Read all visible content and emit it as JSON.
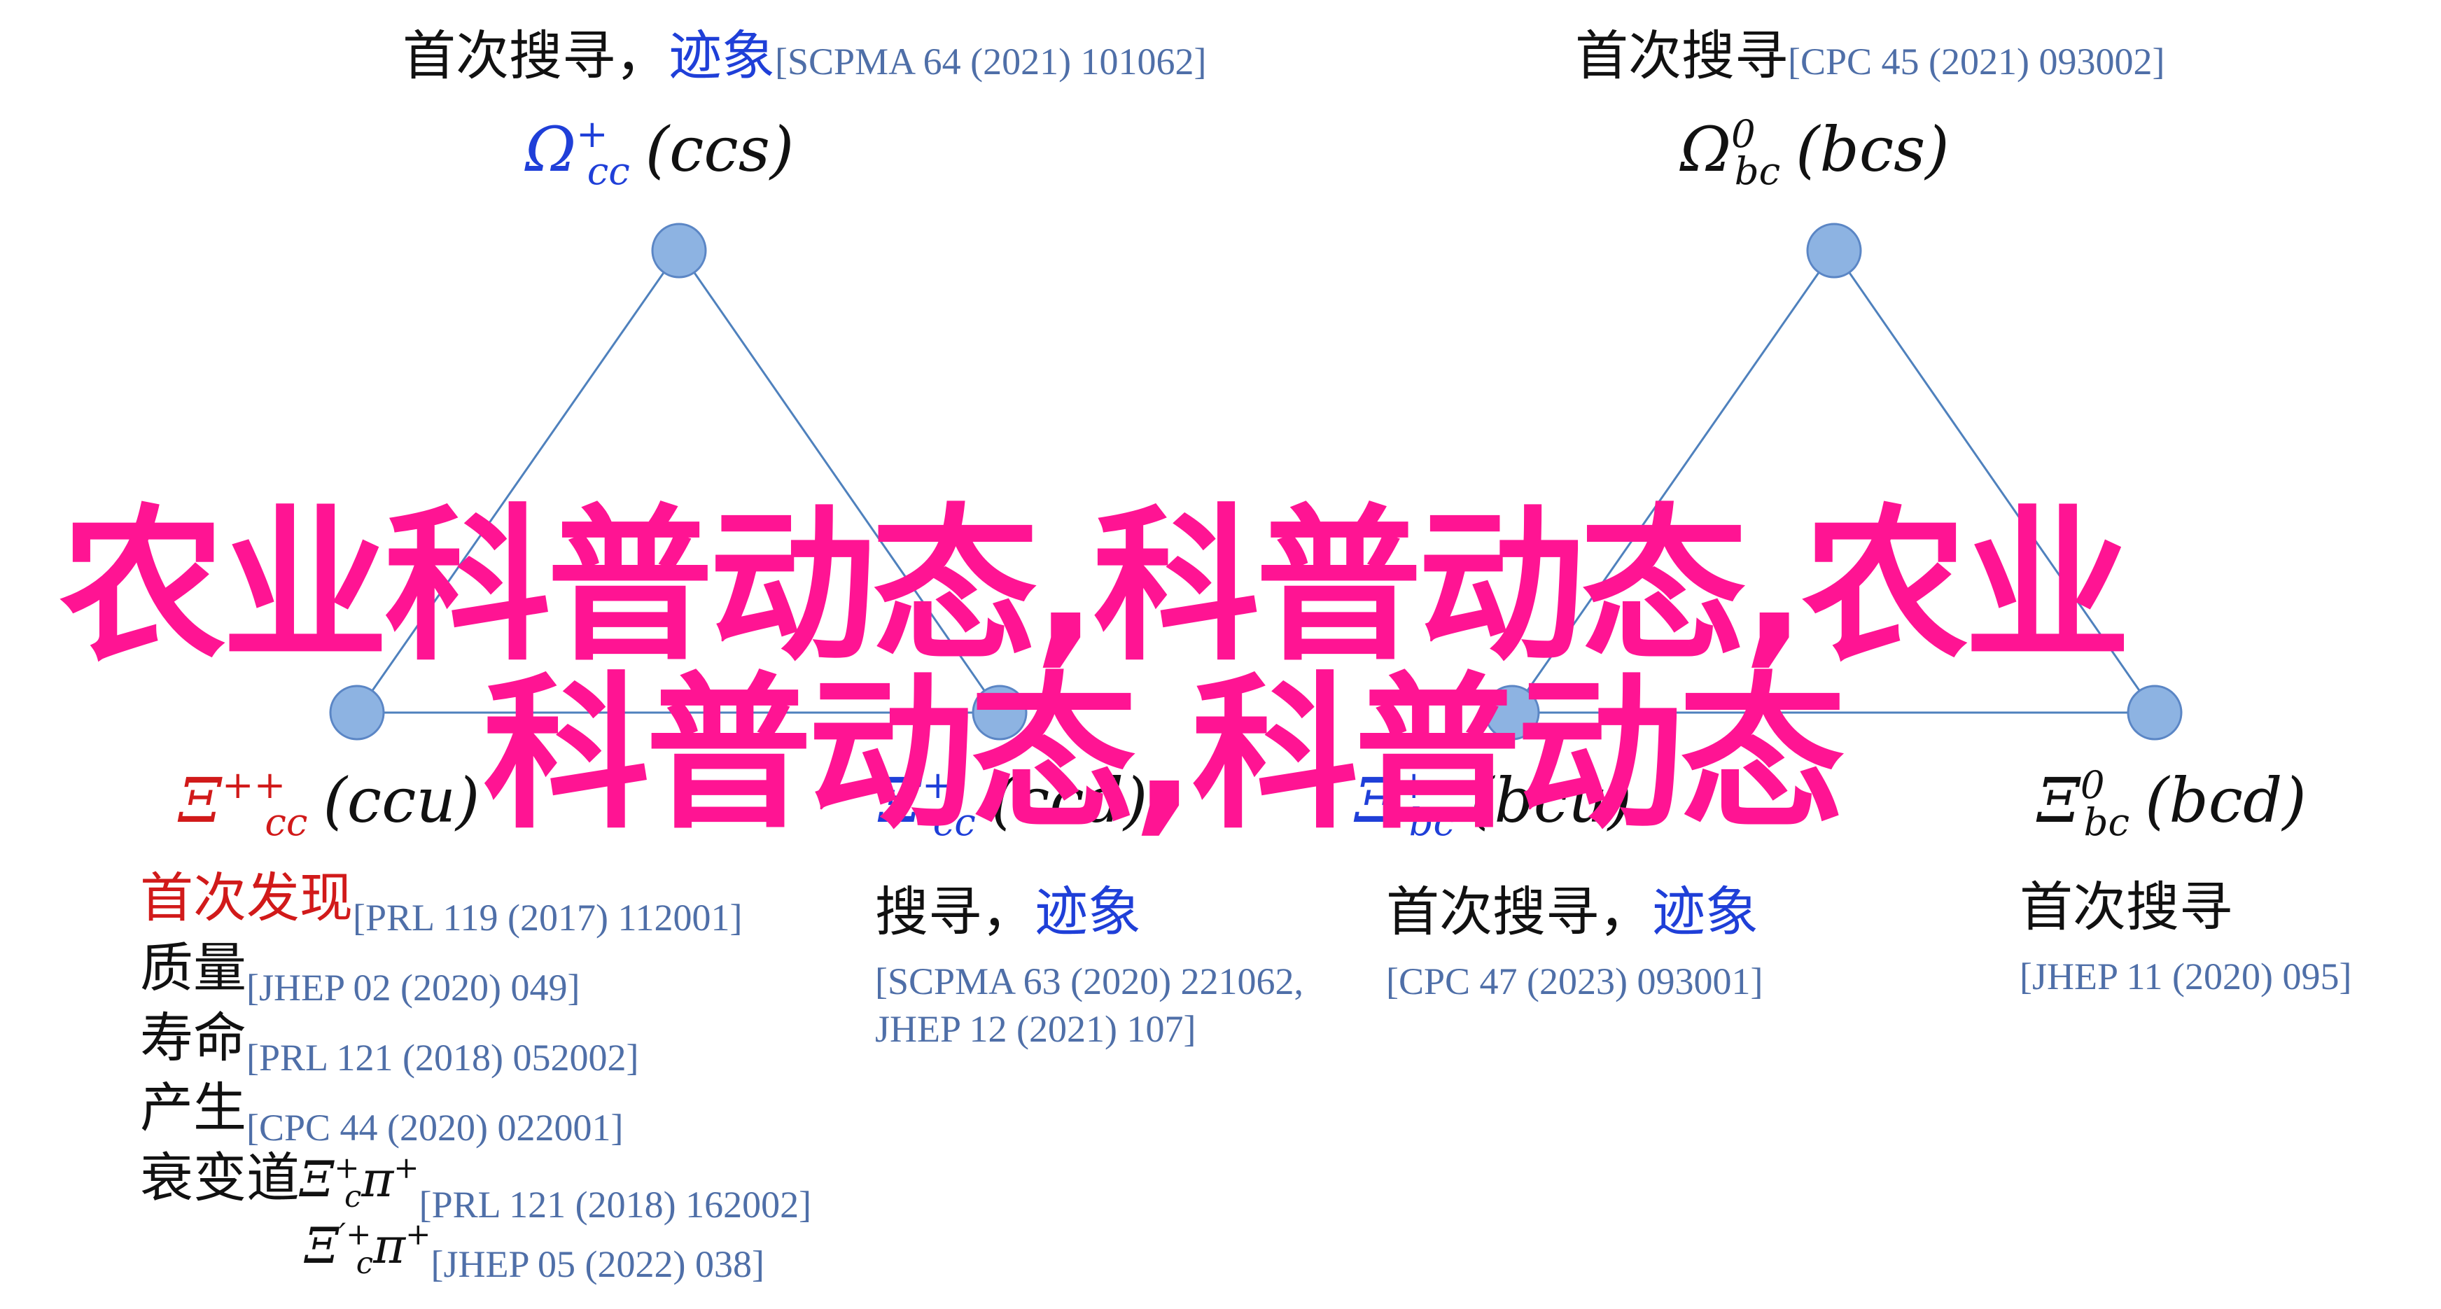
{
  "nodes": {
    "ccs": {
      "symbol": "Ω",
      "sup": "+",
      "sub": "cc",
      "quarks": "(ccs)",
      "label_prefix": "首次搜寻，",
      "label_highlight": "迹象",
      "ref": "[SCPMA 64 (2021) 101062]"
    },
    "bcs": {
      "symbol": "Ω",
      "sup": "0",
      "sub": "bc",
      "quarks": "(bcs)",
      "label_prefix": "首次搜寻",
      "ref": "[CPC 45 (2021) 093002]"
    },
    "ccu": {
      "symbol": "Ξ",
      "sup": "++",
      "sub": "cc",
      "quarks": "(ccu)",
      "lines": [
        {
          "label": "首次发现",
          "ref": "[PRL 119 (2017) 112001]"
        },
        {
          "label": "质量",
          "ref": "[JHEP 02 (2020) 049]"
        },
        {
          "label": "寿命",
          "ref": "[PRL 121 (2018) 052002]"
        },
        {
          "label": "产生",
          "ref": "[CPC 44 (2020) 022001]"
        },
        {
          "label": "衰变道",
          "ref": "[PRL 121 (2018) 162002]"
        }
      ],
      "decay1": {
        "symbol": "Ξ",
        "sup": "+",
        "sub": "c",
        "tail": "π",
        "tail_sup": "+"
      },
      "decay2": {
        "symbol": "Ξ",
        "sup": "′+",
        "sub": "c",
        "tail": "π",
        "tail_sup": "+",
        "ref": "[JHEP 05 (2022) 038]"
      }
    },
    "ccd": {
      "symbol": "Ξ",
      "sup": "+",
      "sub": "cc",
      "quarks": "(ccd)",
      "label_prefix": "搜寻，",
      "label_highlight": "迹象",
      "ref_line1": "[SCPMA 63 (2020) 221062,",
      "ref_line2": "JHEP 12 (2021) 107]"
    },
    "bcu": {
      "symbol": "Ξ",
      "sup": "+",
      "sub": "bc",
      "quarks": "(bcu)",
      "label_prefix": "首次搜寻，",
      "label_highlight": "迹象",
      "ref": "[CPC 47 (2023) 093001]"
    },
    "bcd": {
      "symbol": "Ξ",
      "sup": "0",
      "sub": "bc",
      "quarks": "(bcd)",
      "label_prefix": "首次搜寻",
      "ref": "[JHEP 11 (2020) 095]"
    }
  },
  "watermark": {
    "line1": "农业科普动态,科普动态,农业",
    "line2": "科普动态,科普动态"
  },
  "colors": {
    "edge": "#4f81bd",
    "node_fill": "#8db3e2",
    "highlight_blue": "#1f3fd8",
    "highlight_red": "#d11a1a",
    "ref": "#4f6fa8",
    "watermark": "#ff1493"
  }
}
